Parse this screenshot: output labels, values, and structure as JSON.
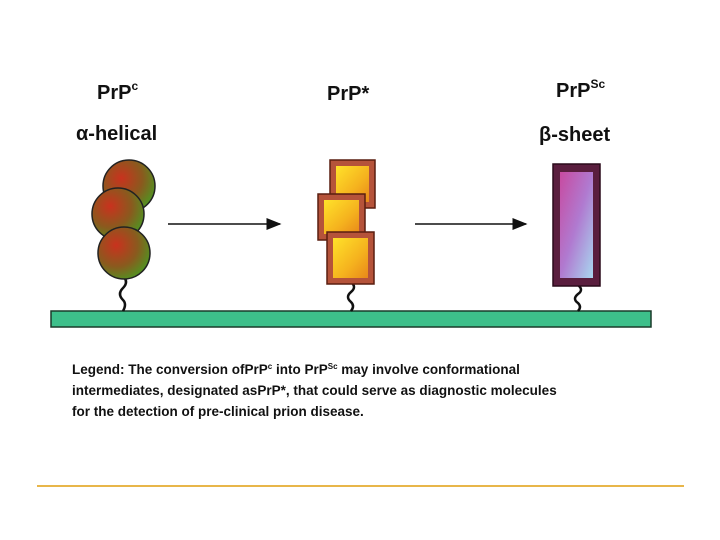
{
  "stages": [
    {
      "name_base": "PrP",
      "name_sup": "c",
      "name_tail": "",
      "conformation": "α-helical"
    },
    {
      "name_base": "PrP*",
      "name_sup": "",
      "name_tail": "",
      "conformation": ""
    },
    {
      "name_base": "PrP",
      "name_sup": "Sc",
      "name_tail": "",
      "conformation": "β-sheet"
    }
  ],
  "legend": {
    "line1_a": "Legend: The conversion of",
    "line1_b": "PrP",
    "line1_b_sup": "c",
    "line1_c": " into PrP",
    "line1_c_sup": "Sc",
    "line1_d": " may involve conformational",
    "line2_a": "intermediates, designated as",
    "line2_b": "PrP*,",
    "line2_c": "  that could serve as diagnostic molecules",
    "line3": "for the detection of pre-clinical prion disease."
  },
  "colors": {
    "membrane": "#3dbf8a",
    "membrane_stroke": "#1a3a2a",
    "helix_red": "#c9321e",
    "helix_green": "#4a9a22",
    "intermediate_frame": "#b5533a",
    "intermediate_yellow": "#ffe22a",
    "intermediate_orange": "#e8881a",
    "sheet_frame": "#5a1e3e",
    "sheet_violet": "#c84aa0",
    "sheet_blue": "#a8d8f0",
    "accent_rule": "#e8b64a"
  }
}
